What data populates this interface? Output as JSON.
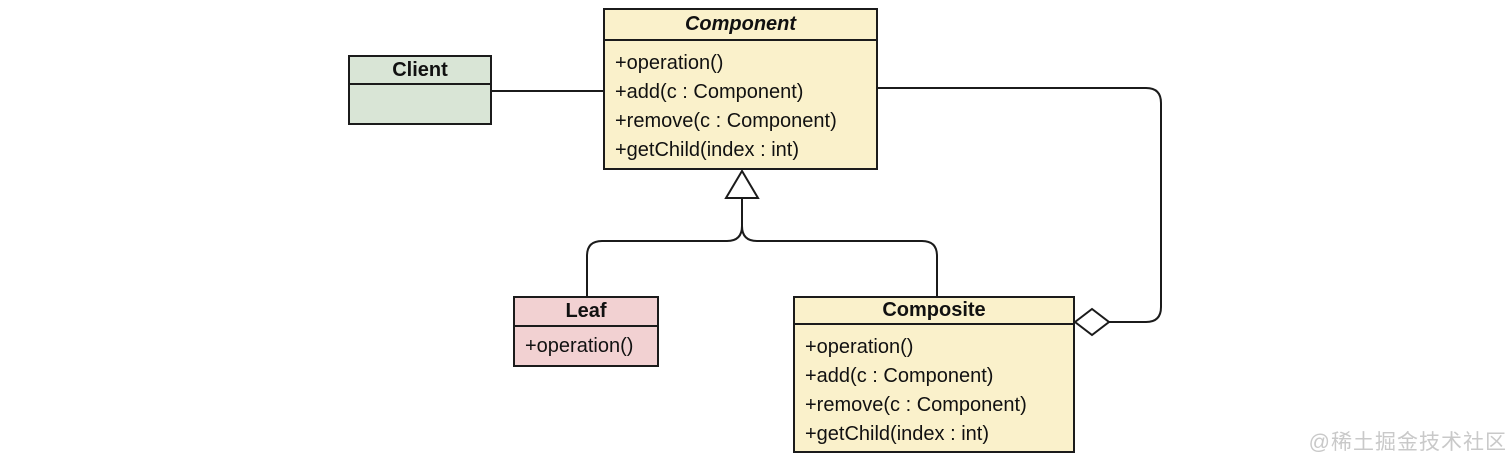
{
  "diagram": {
    "kind": "uml-class-diagram",
    "pattern": "Composite",
    "classes": {
      "client": {
        "name": "Client",
        "methods": []
      },
      "component": {
        "name": "Component",
        "abstract": true,
        "methods": [
          "+operation()",
          "+add(c : Component)",
          "+remove(c : Component)",
          "+getChild(index : int)"
        ]
      },
      "leaf": {
        "name": "Leaf",
        "methods": [
          "+operation()"
        ]
      },
      "composite": {
        "name": "Composite",
        "methods": [
          "+operation()",
          "+add(c : Component)",
          "+remove(c : Component)",
          "+getChild(index : int)"
        ]
      }
    },
    "relationships": [
      {
        "type": "association",
        "from": "Client",
        "to": "Component"
      },
      {
        "type": "generalization",
        "from": "Leaf",
        "to": "Component"
      },
      {
        "type": "generalization",
        "from": "Composite",
        "to": "Component"
      },
      {
        "type": "aggregation",
        "from": "Composite",
        "to": "Component"
      }
    ],
    "colors": {
      "component_fill": "#FAF1CB",
      "composite_fill": "#FAF1CB",
      "client_fill": "#D9E5D6",
      "leaf_fill": "#F2D1D2",
      "border": "#1B1B1B",
      "background": "#FFFFFF",
      "watermark": "#C9C9C9"
    },
    "watermark": "@稀土掘金技术社区"
  }
}
